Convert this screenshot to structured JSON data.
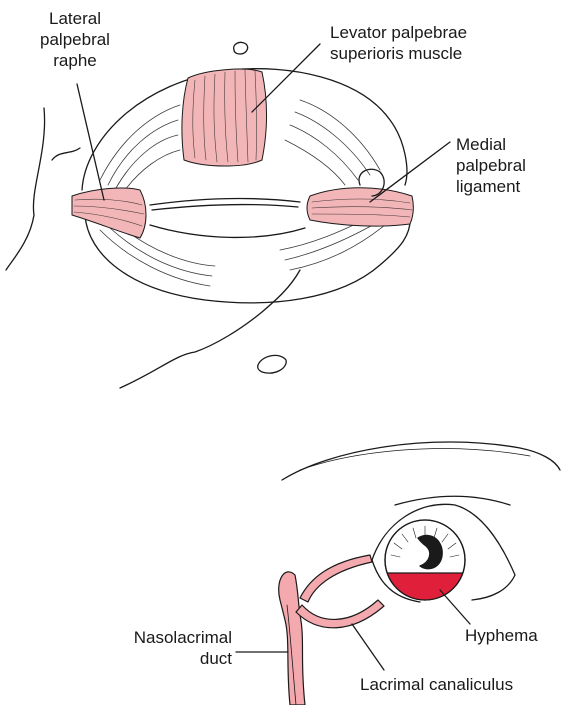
{
  "labels": {
    "lateral_palpebral_raphe": "Lateral\npalpebral\nraphe",
    "levator_palpebrae": "Levator palpebrae\nsuperioris muscle",
    "medial_palpebral_ligament": "Medial\npalpebral\nligament",
    "nasolacrimal_duct": "Nasolacrimal\nduct",
    "hyphema": "Hyphema",
    "lacrimal_canaliculus": "Lacrimal canaliculus"
  },
  "colors": {
    "muscle_pink": "#f2b6b8",
    "duct_pink": "#f3a9ae",
    "hyphema_red": "#e0203a",
    "line": "#1a1a1a"
  }
}
